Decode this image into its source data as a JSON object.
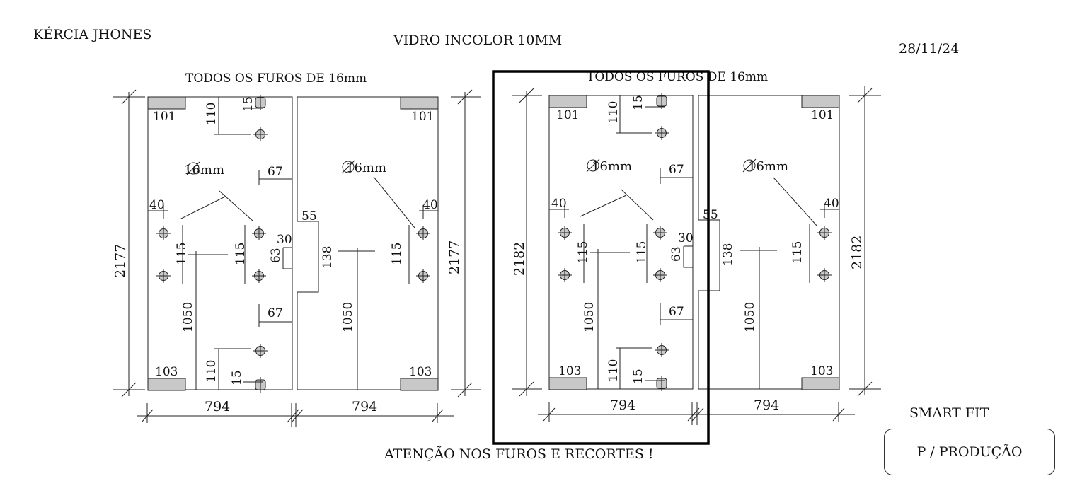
{
  "header": {
    "client": "KÉRCIA JHONES",
    "material": "VIDRO INCOLOR 10MM",
    "date": "28/11/24"
  },
  "footer": {
    "warning": "ATENÇÃO NOS FUROS E RECORTES !",
    "company": "SMART FIT",
    "stamp": "P / PRODUÇÃO"
  },
  "drawing": {
    "left_pair": {
      "note": "TODOS OS FUROS DE 16mm",
      "height": "2177",
      "panel_width": "794",
      "hole_label": "16mm",
      "plate_top": "101",
      "plate_bottom": "103",
      "dims": {
        "d110": "110",
        "d15": "15",
        "d67": "67",
        "d40": "40",
        "d115": "115",
        "d30": "30",
        "d63": "63",
        "d55": "55",
        "d138": "138",
        "d1050": "1050"
      }
    },
    "right_pair": {
      "note": "TODOS OS FUROS DE 16mm",
      "height": "2182",
      "panel_width": "794",
      "hole_label": "16mm",
      "plate_top": "101",
      "plate_bottom": "103",
      "dims": {
        "d110": "110",
        "d15": "15",
        "d67": "67",
        "d40": "40",
        "d115": "115",
        "d30": "30",
        "d63": "63",
        "d55": "55",
        "d138": "138",
        "d1050": "1050"
      }
    }
  },
  "colors": {
    "line": "#222222",
    "plate_fill": "#c8c8c8",
    "highlight_box": "#000000"
  }
}
